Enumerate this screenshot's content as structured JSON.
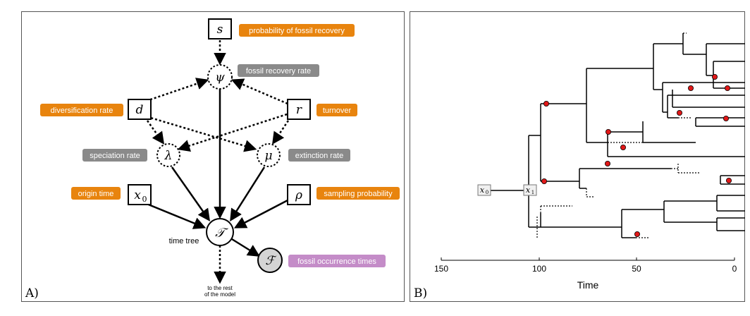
{
  "panel_a": {
    "letter": "A)",
    "nodes": {
      "s": "s",
      "psi": "ψ",
      "d": "d",
      "r": "r",
      "lambda": "λ",
      "mu": "μ",
      "x0_base": "x",
      "x0_sub": "0",
      "rho": "ρ",
      "tree": "𝒯",
      "fossil": "ℱ"
    },
    "labels": {
      "s": "probability of fossil recovery",
      "psi": "fossil recovery rate",
      "d": "diversification rate",
      "r": "turnover",
      "lambda": "speciation rate",
      "mu": "extinction rate",
      "x0": "origin time",
      "rho": "sampling probability",
      "tree": "time tree",
      "fossil": "fossil occurrence times",
      "rest_line1": "to the rest",
      "rest_line2": "of the model"
    },
    "colors": {
      "orange": "#e8840e",
      "gray": "#8a8a8a",
      "purple": "#c48cc8",
      "fossil_fill": "#d4d4d4"
    }
  },
  "panel_b": {
    "letter": "B)",
    "x0_base": "x",
    "x0_sub": "0",
    "x1_base": "x",
    "x1_sub": "1",
    "axis_label": "Time",
    "ticks": [
      "150",
      "100",
      "50",
      "0"
    ],
    "fossil_color": "#e01818"
  }
}
